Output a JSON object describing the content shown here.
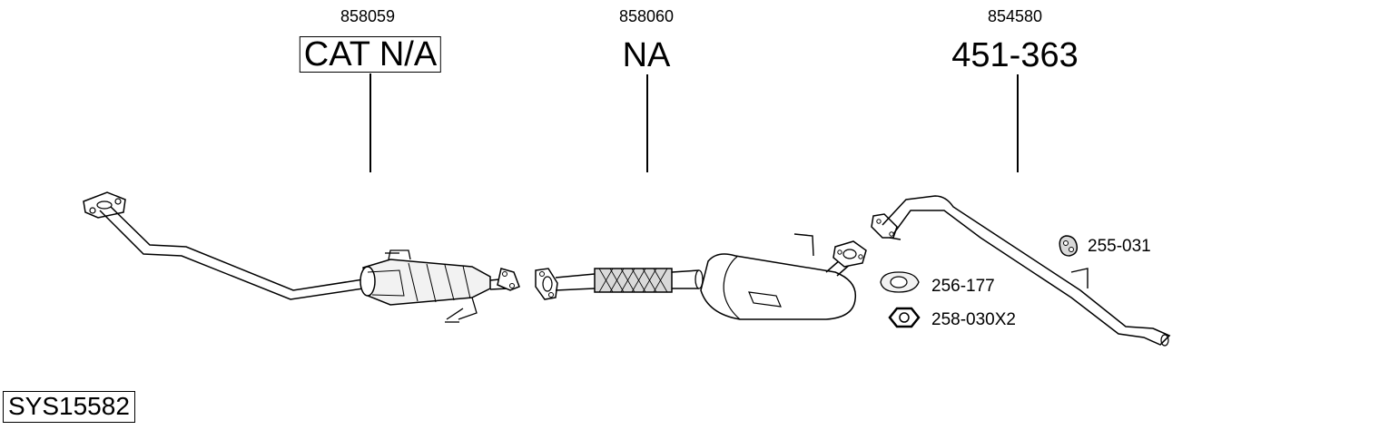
{
  "parts": [
    {
      "part_number": "858059",
      "description": "CAT N/A",
      "boxed": true
    },
    {
      "part_number": "858060",
      "description": "NA",
      "boxed": false
    },
    {
      "part_number": "854580",
      "description": "451-363",
      "boxed": false
    }
  ],
  "accessories": [
    {
      "label": "255-031",
      "icon": "rubber-hanger-icon"
    },
    {
      "label": "256-177",
      "icon": "gasket-icon"
    },
    {
      "label": "258-030X2",
      "icon": "hex-nut-icon"
    }
  ],
  "system_code": "SYS15582",
  "colors": {
    "line": "#000000",
    "background": "#ffffff",
    "fill_light": "#f2f2f2",
    "fill_mid": "#d9d9d9"
  }
}
